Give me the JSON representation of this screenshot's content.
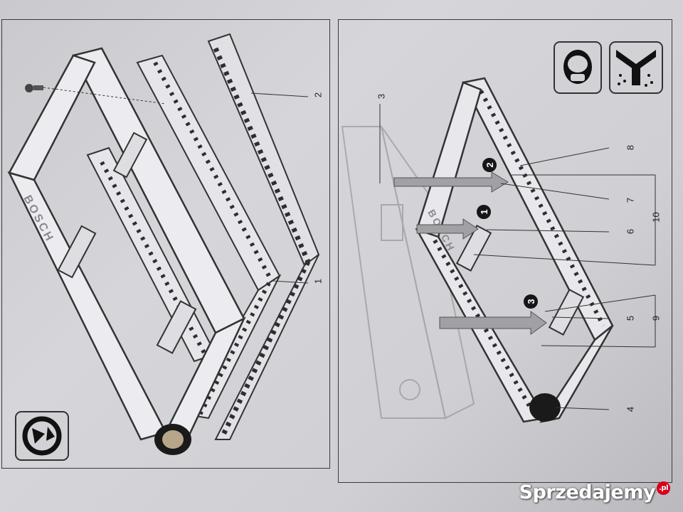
{
  "document": {
    "left_panel": {
      "callouts": [
        {
          "id": "callout-1",
          "label": "1"
        },
        {
          "id": "callout-2",
          "label": "2"
        }
      ],
      "brand_marking": "BOSCH",
      "icon": "rotate-assembly-icon"
    },
    "right_panel": {
      "callouts": [
        {
          "id": "callout-3",
          "label": "3"
        },
        {
          "id": "callout-4",
          "label": "4"
        },
        {
          "id": "callout-5",
          "label": "5"
        },
        {
          "id": "callout-6",
          "label": "6"
        },
        {
          "id": "callout-7",
          "label": "7"
        },
        {
          "id": "callout-8",
          "label": "8"
        },
        {
          "id": "callout-9",
          "label": "9"
        },
        {
          "id": "callout-10",
          "label": "10"
        }
      ],
      "steps": [
        "1",
        "2",
        "3"
      ],
      "brand_marking": "BOSCH",
      "icons": [
        "dust-mask-icon",
        "dust-extraction-icon"
      ]
    }
  },
  "watermark": {
    "text": "Sprzedajemy",
    "tld": ".pl"
  },
  "colors": {
    "paper": "#d2d2d6",
    "ink": "#333338",
    "frame_fill": "#e4e4e8"
  }
}
